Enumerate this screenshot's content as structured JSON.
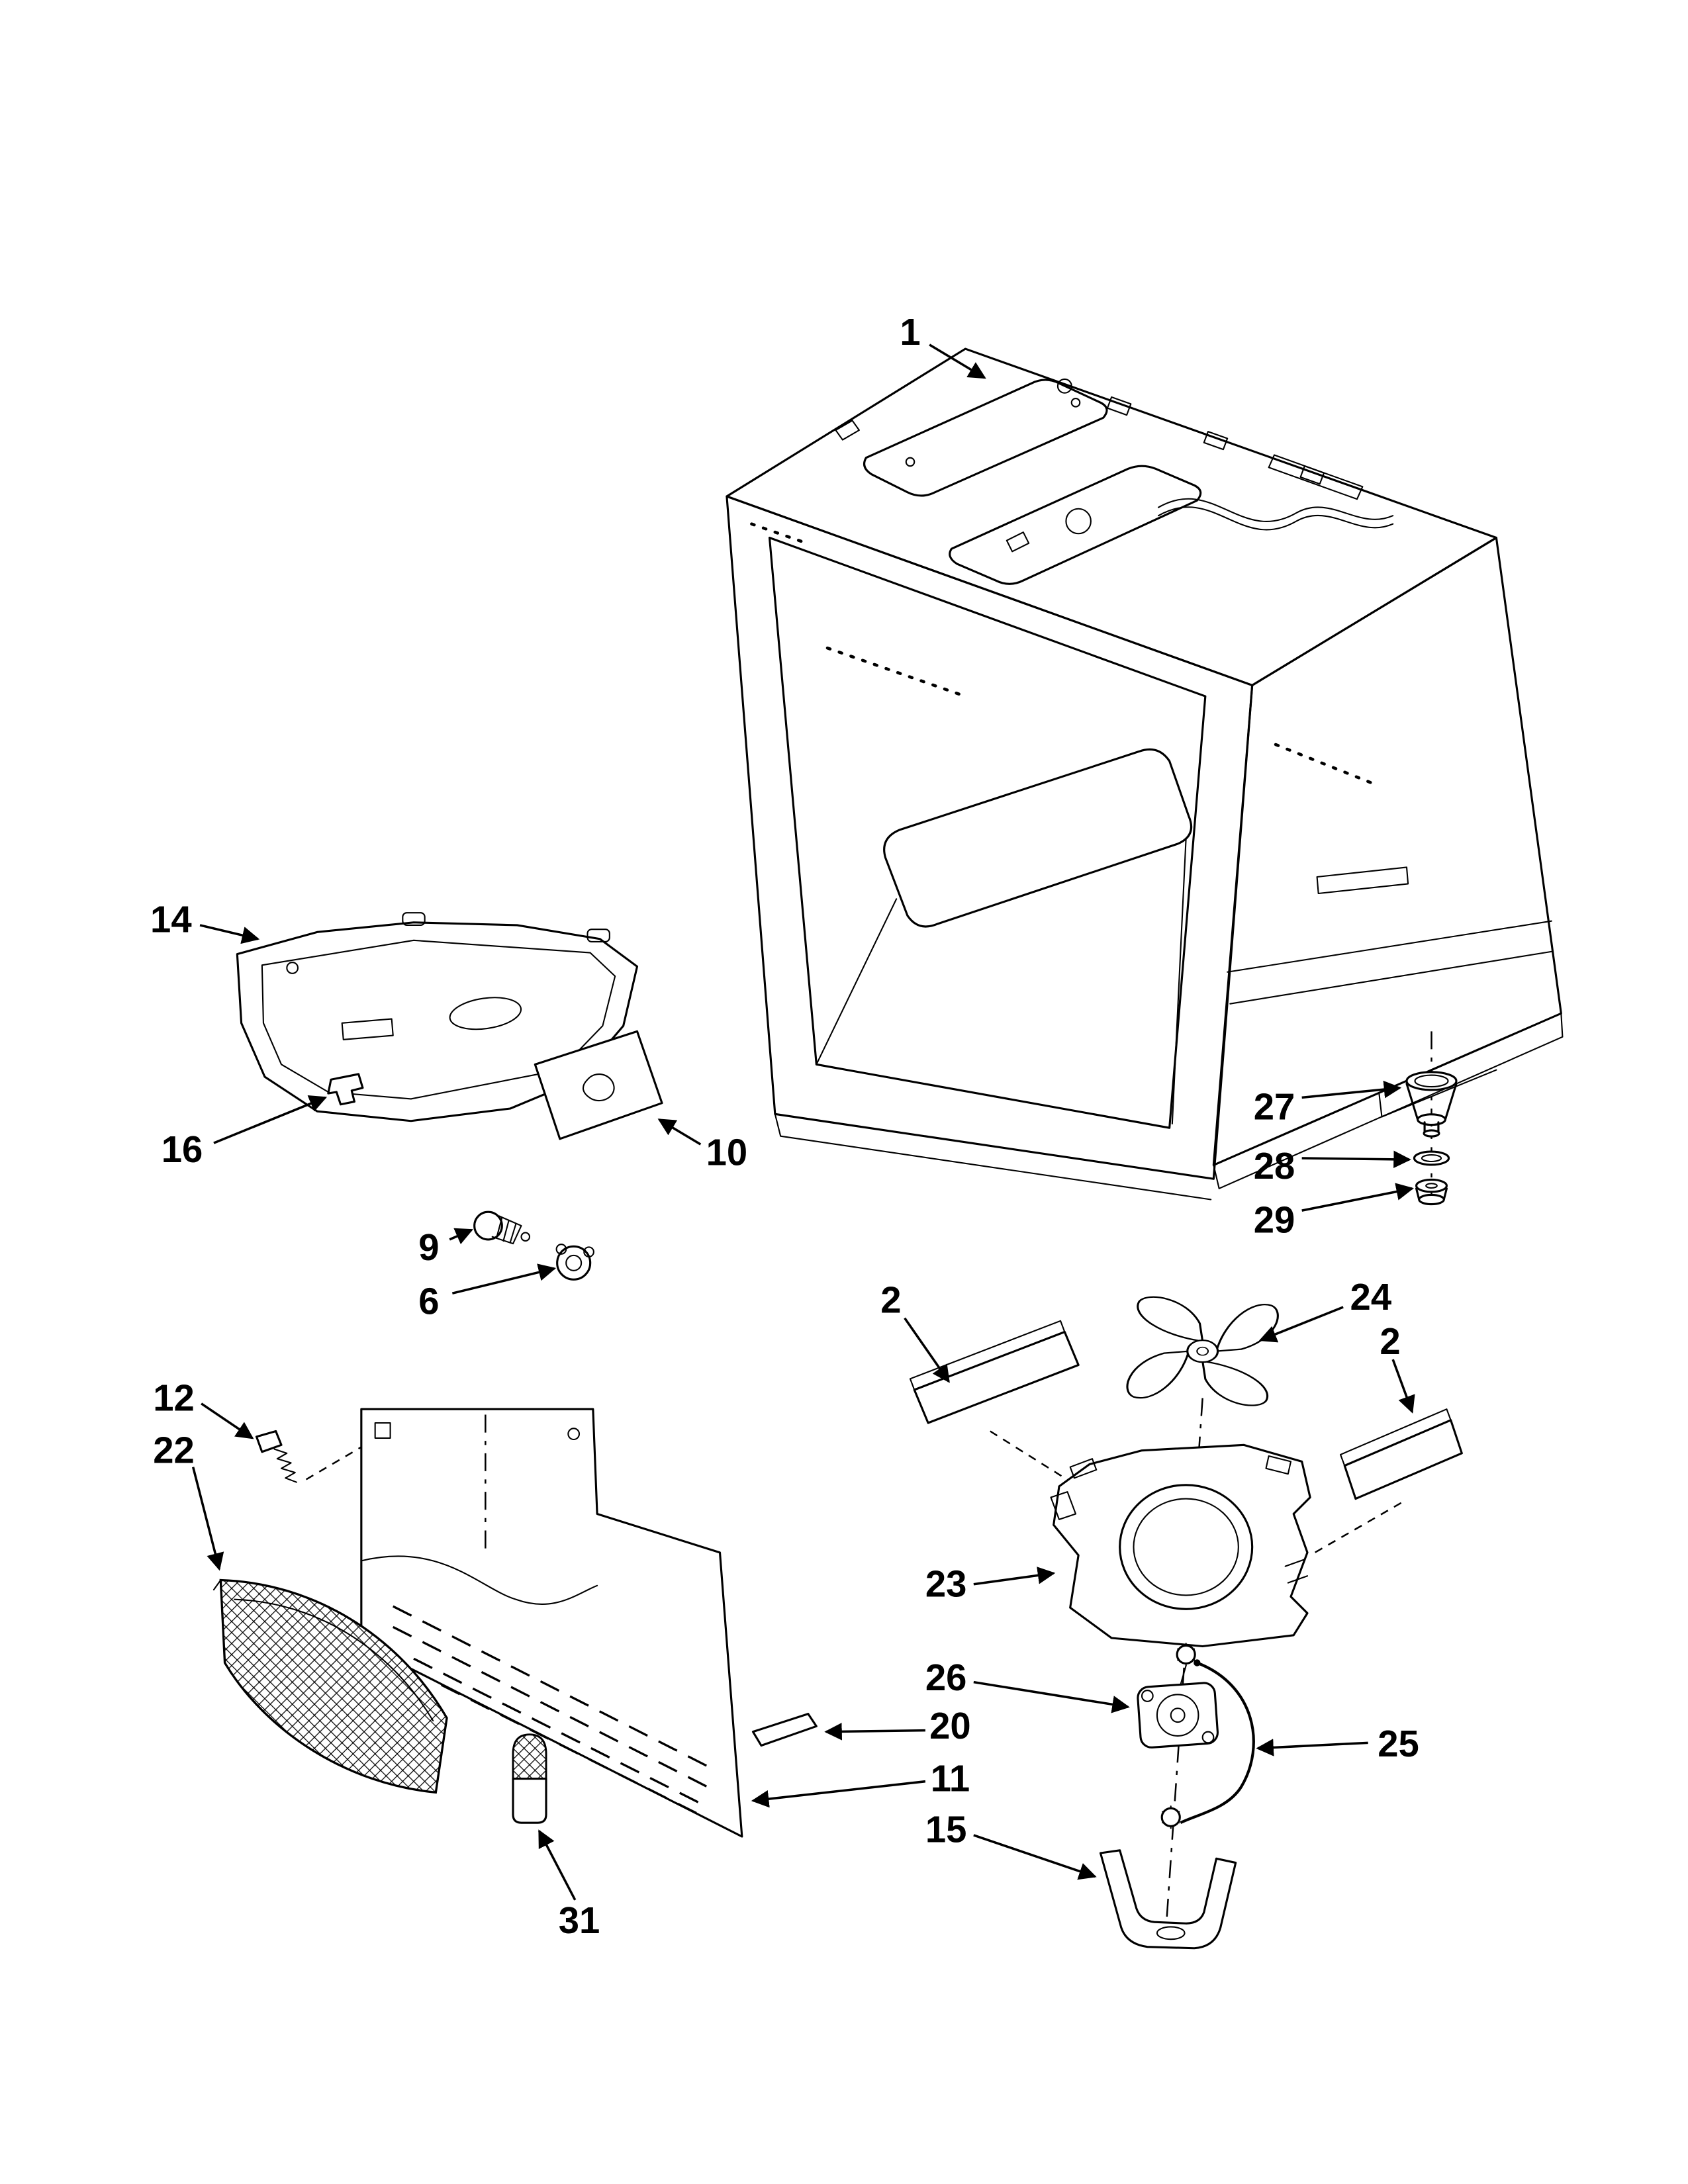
{
  "diagram": {
    "background_color": "#ffffff",
    "line_color": "#000000",
    "callouts": [
      {
        "id": "freezer-liner",
        "label": "1"
      },
      {
        "id": "foam-block-left",
        "label": "2"
      },
      {
        "id": "foam-block-right",
        "label": "2"
      },
      {
        "id": "lamp-socket",
        "label": "6"
      },
      {
        "id": "light-bulb",
        "label": "9"
      },
      {
        "id": "insulation-sheet",
        "label": "10"
      },
      {
        "id": "evaporator-cover-panel",
        "label": "11"
      },
      {
        "id": "screw",
        "label": "12"
      },
      {
        "id": "drain-tray",
        "label": "14"
      },
      {
        "id": "mounting-bracket",
        "label": "15"
      },
      {
        "id": "clip",
        "label": "16"
      },
      {
        "id": "trim-strip",
        "label": "20"
      },
      {
        "id": "light-grille",
        "label": "22"
      },
      {
        "id": "fan-shroud",
        "label": "23"
      },
      {
        "id": "fan-blade",
        "label": "24"
      },
      {
        "id": "wire-harness",
        "label": "25"
      },
      {
        "id": "fan-motor",
        "label": "26"
      },
      {
        "id": "drain-cup",
        "label": "27"
      },
      {
        "id": "seal-ring",
        "label": "28"
      },
      {
        "id": "grommet",
        "label": "29"
      },
      {
        "id": "lamp-cover",
        "label": "31"
      }
    ]
  }
}
